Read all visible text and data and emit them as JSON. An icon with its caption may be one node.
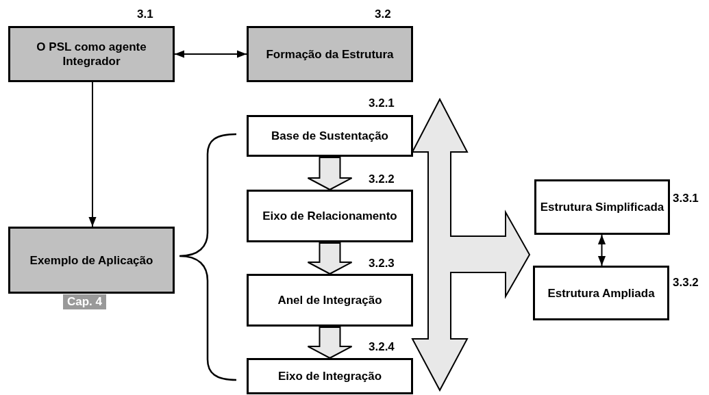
{
  "diagram": {
    "nodes": [
      {
        "text": [
          "O PSL como agente Integrador"
        ],
        "beside": [
          "3.1"
        ]
      },
      {
        "text": [
          "Formação da Estrutura"
        ],
        "beside": [
          "3.2"
        ]
      },
      {
        "text": [
          "Base de Sustentação"
        ],
        "beside": [
          "3.2.1"
        ]
      },
      {
        "text": [
          "Eixo de Relacionamento"
        ],
        "beside": [
          "3.2.2"
        ]
      },
      {
        "text": [
          "Anel de Integração"
        ],
        "beside": [
          "3.2.3"
        ]
      },
      {
        "text": [
          "Eixo de Integração"
        ],
        "beside": [
          "3.2.4"
        ]
      },
      {
        "text": [
          "Exemplo de Aplicação"
        ],
        "beside": [
          "Cap. 4"
        ]
      },
      {
        "text": [
          "Estrutura Simplificada"
        ],
        "beside": [
          "3.3.1"
        ]
      },
      {
        "text": [
          "Estrutura Ampliada"
        ],
        "beside": [
          "3.3.2"
        ]
      }
    ],
    "edges": [
      {
        "from": 0,
        "to": 1,
        "arrow": "both"
      },
      {
        "from": 0,
        "to": 6,
        "arrow": "to"
      },
      {
        "from": 2,
        "to": 3,
        "arrow": "to",
        "style": "thick"
      },
      {
        "from": 3,
        "to": 4,
        "arrow": "to",
        "style": "thick"
      },
      {
        "from": 4,
        "to": 5,
        "arrow": "to",
        "style": "thick"
      },
      {
        "from": 7,
        "to": 8,
        "arrow": "both"
      }
    ]
  }
}
